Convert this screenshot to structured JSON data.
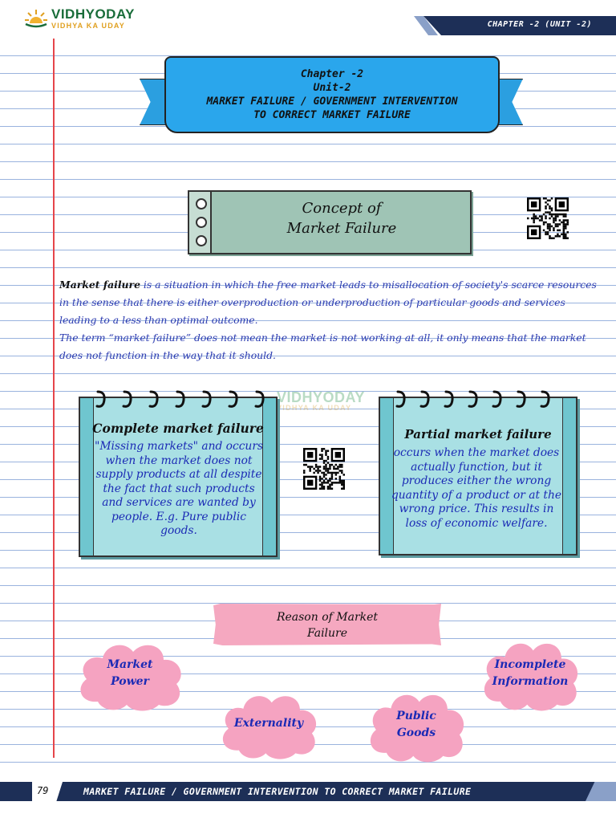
{
  "header": {
    "brand": "VIDHYODAY",
    "tagline": "VIDHYA KA UDAY",
    "chapter_label": "CHAPTER -2 (UNIT -2)"
  },
  "ribbon": {
    "line1": "Chapter -2",
    "line2": "Unit-2",
    "line3": "MARKET FAILURE / GOVERNMENT INTERVENTION",
    "line4": "TO CORRECT MARKET FAILURE"
  },
  "concept": {
    "line1": "Concept of",
    "line2": "Market Failure"
  },
  "definition": {
    "term": "Market failure",
    "text": " is a situation in which the free market leads to misallocation of society's scarce resources in the sense that there is either overproduction or underproduction of particular goods and services leading to a less than optimal outcome.",
    "text2": "The term “market failure” does not mean the market is not working at all, it only means that the market does not function in the way that it should."
  },
  "watermark": {
    "brand": "VIDHYODAY",
    "tagline": "VIDHYA KA UDAY"
  },
  "complete": {
    "title": "Complete market failure",
    "body": "\"Missing markets\" and occurs when the market does not supply products at all despite the fact that such products and services are wanted by people. E.g. Pure public goods."
  },
  "partial": {
    "title": "Partial market failure",
    "body": "occurs when the market does actually function, but it produces either the wrong quantity of a product or at the wrong price. This results in loss of economic welfare."
  },
  "reason": {
    "line1": "Reason of Market",
    "line2": "Failure"
  },
  "clouds": {
    "market_power": [
      "Market",
      "Power"
    ],
    "incomplete_information": [
      "Incomplete",
      "Information"
    ],
    "externality": [
      "Externality"
    ],
    "public_goods": [
      "Public",
      "Goods"
    ]
  },
  "footer": {
    "page_number": "79",
    "title": "MARKET FAILURE / GOVERNMENT INTERVENTION TO CORRECT MARKET FAILURE"
  },
  "colors": {
    "ribbon": "#2aa6ec",
    "concept": "#9fc4b5",
    "note": "#a9e0e4",
    "reason": "#f5a8c0",
    "cloud": "#f5a3c1",
    "header_band": "#1d2f57",
    "text_blue": "#1b2ab5",
    "margin_red": "#e5454a"
  },
  "icons": [
    "sun-logo-icon",
    "qr-code-icon",
    "spiral-coil-icon",
    "cloud-shape-icon"
  ]
}
